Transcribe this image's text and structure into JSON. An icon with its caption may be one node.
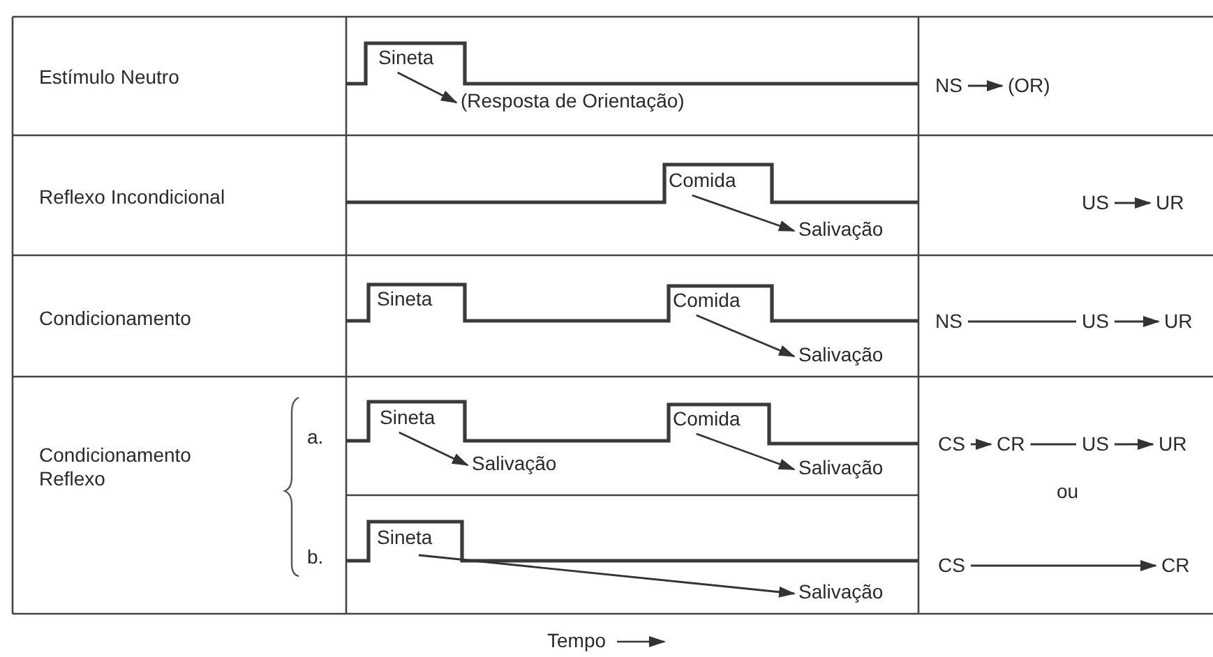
{
  "diagram": {
    "nodes": [
      {
        "text": [
          "Sineta"
        ]
      },
      {
        "text": [
          "(Resposta de Orientação)"
        ]
      },
      {
        "text": [
          "NS"
        ]
      },
      {
        "text": [
          "(OR)"
        ]
      },
      {
        "text": [
          "Comida"
        ]
      },
      {
        "text": [
          "Salivação"
        ]
      },
      {
        "text": [
          "US"
        ]
      },
      {
        "text": [
          "UR"
        ]
      },
      {
        "text": [
          "Sineta"
        ]
      },
      {
        "text": [
          "Comida"
        ]
      },
      {
        "text": [
          "Salivação"
        ]
      },
      {
        "text": [
          "NS"
        ]
      },
      {
        "text": [
          "US"
        ]
      },
      {
        "text": [
          "UR"
        ]
      },
      {
        "text": [
          "Sineta"
        ]
      },
      {
        "text": [
          "Salivação"
        ]
      },
      {
        "text": [
          "Comida"
        ]
      },
      {
        "text": [
          "Salivação"
        ]
      },
      {
        "text": [
          "CS"
        ]
      },
      {
        "text": [
          "CR"
        ]
      },
      {
        "text": [
          "US"
        ]
      },
      {
        "text": [
          "UR"
        ]
      },
      {
        "text": [
          "Sineta"
        ]
      },
      {
        "text": [
          "Salivação"
        ]
      },
      {
        "text": [
          "CS"
        ]
      },
      {
        "text": [
          "CR"
        ]
      }
    ],
    "edges": [
      {
        "from": 0,
        "to": 1,
        "arrow": "to"
      },
      {
        "from": 2,
        "to": 3,
        "arrow": "to"
      },
      {
        "from": 4,
        "to": 5,
        "arrow": "to"
      },
      {
        "from": 6,
        "to": 7,
        "arrow": "to"
      },
      {
        "from": 9,
        "to": 10,
        "arrow": "to"
      },
      {
        "from": 11,
        "to": 12,
        "arrow": "none"
      },
      {
        "from": 12,
        "to": 13,
        "arrow": "to"
      },
      {
        "from": 14,
        "to": 15,
        "arrow": "to"
      },
      {
        "from": 16,
        "to": 17,
        "arrow": "to"
      },
      {
        "from": 18,
        "to": 19,
        "arrow": "to"
      },
      {
        "from": 19,
        "to": 20,
        "arrow": "none"
      },
      {
        "from": 20,
        "to": 21,
        "arrow": "to"
      },
      {
        "from": 22,
        "to": 23,
        "arrow": "to"
      },
      {
        "from": 24,
        "to": 25,
        "arrow": "to"
      }
    ],
    "labels": [
      "Estímulo Neutro",
      "Reflexo Incondicional",
      "Condicionamento",
      "Condicionamento Reflexo",
      "a.",
      "b.",
      "ou",
      "Tempo"
    ]
  }
}
